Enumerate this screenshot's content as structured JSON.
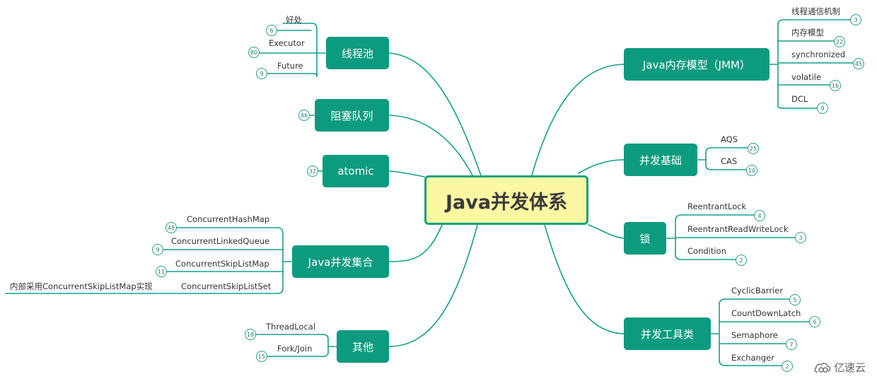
{
  "center": {
    "title": "Java并发体系"
  },
  "branches": {
    "pool": {
      "title": "线程池",
      "items": [
        {
          "label": "好处",
          "count": "6"
        },
        {
          "label": "Executor",
          "count": "80"
        },
        {
          "label": "Future",
          "count": "9"
        }
      ]
    },
    "bq": {
      "title": "阻塞队列",
      "count": "46"
    },
    "atomic": {
      "title": "atomic",
      "count": "32"
    },
    "coll": {
      "title": "Java并发集合",
      "items": [
        {
          "label": "ConcurrentHashMap",
          "count": "48"
        },
        {
          "label": "ConcurrentLinkedQueue",
          "count": "9"
        },
        {
          "label": "ConcurrentSkipListMap",
          "count": "11"
        },
        {
          "label": "ConcurrentSkipListSet",
          "note": "内部采用ConcurrentSkipListMap实现"
        }
      ]
    },
    "other": {
      "title": "其他",
      "items": [
        {
          "label": "ThreadLocal",
          "count": "18"
        },
        {
          "label": "Fork/Join",
          "count": "15"
        }
      ]
    },
    "jmm": {
      "title": "Java内存模型（JMM）",
      "items": [
        {
          "label": "线程通信机制",
          "count": "3"
        },
        {
          "label": "内存模型",
          "count": "22"
        },
        {
          "label": "synchronized",
          "count": "45"
        },
        {
          "label": "volatile",
          "count": "16"
        },
        {
          "label": "DCL",
          "count": "9"
        }
      ]
    },
    "basis": {
      "title": "并发基础",
      "items": [
        {
          "label": "AQS",
          "count": "25"
        },
        {
          "label": "CAS",
          "count": "10"
        }
      ]
    },
    "lock": {
      "title": "锁",
      "items": [
        {
          "label": "ReentrantLock",
          "count": "4"
        },
        {
          "label": "ReentrantReadWriteLock",
          "count": "3"
        },
        {
          "label": "Condition",
          "count": "2"
        }
      ]
    },
    "tools": {
      "title": "并发工具类",
      "items": [
        {
          "label": "CyclicBarrier",
          "count": "5"
        },
        {
          "label": "CountDownLatch",
          "count": "6"
        },
        {
          "label": "Semaphore",
          "count": "7"
        },
        {
          "label": "Exchanger",
          "count": "2"
        }
      ]
    }
  },
  "watermark": {
    "text": "亿速云"
  },
  "colors": {
    "node": "#0d9b7f",
    "line": "#13a08a",
    "center_fill": "#fbf7a2",
    "center_border": "#11a184"
  }
}
